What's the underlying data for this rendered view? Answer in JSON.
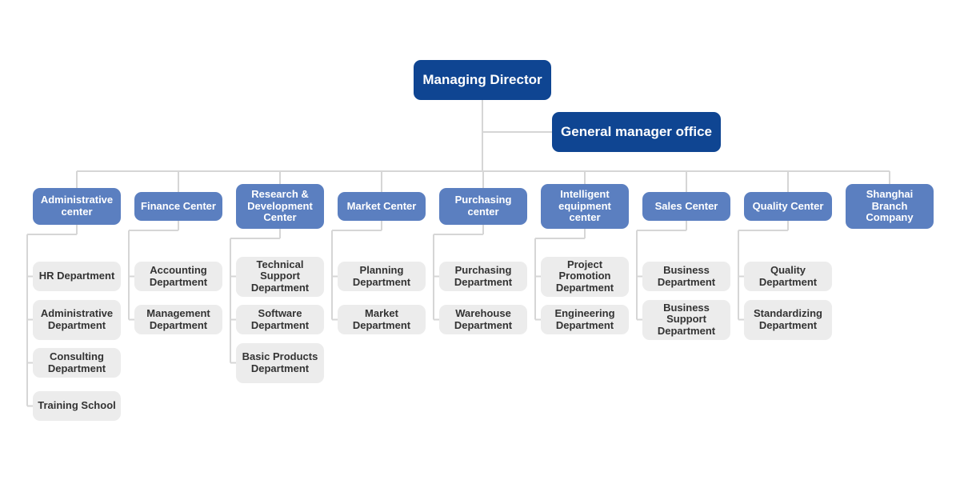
{
  "chart": {
    "managing_director": "Managing Director",
    "general_manager_office": "General manager office",
    "centers": [
      {
        "label": "Administrative center",
        "departments": [
          "HR Department",
          "Administrative Department",
          "Consulting Department",
          "Training School"
        ]
      },
      {
        "label": "Finance Center",
        "departments": [
          "Accounting Department",
          "Management Department"
        ]
      },
      {
        "label": "Research & Development Center",
        "departments": [
          "Technical Support Department",
          "Software Department",
          "Basic Products Department"
        ]
      },
      {
        "label": "Market Center",
        "departments": [
          "Planning Department",
          "Market Department"
        ]
      },
      {
        "label": "Purchasing center",
        "departments": [
          "Purchasing Department",
          "Warehouse Department"
        ]
      },
      {
        "label": "Intelligent equipment center",
        "departments": [
          "Project Promotion Department",
          "Engineering Department"
        ]
      },
      {
        "label": "Sales Center",
        "departments": [
          "Business Department",
          "Business Support Department"
        ]
      },
      {
        "label": "Quality Center",
        "departments": [
          "Quality Department",
          "Standardizing Department"
        ]
      },
      {
        "label": "Shanghai Branch Company",
        "departments": []
      }
    ],
    "colors": {
      "director": "#0f4592",
      "center": "#5b7fc0",
      "department": "#ececec",
      "department_text": "#333333",
      "connector": "#d6d6d6"
    }
  }
}
